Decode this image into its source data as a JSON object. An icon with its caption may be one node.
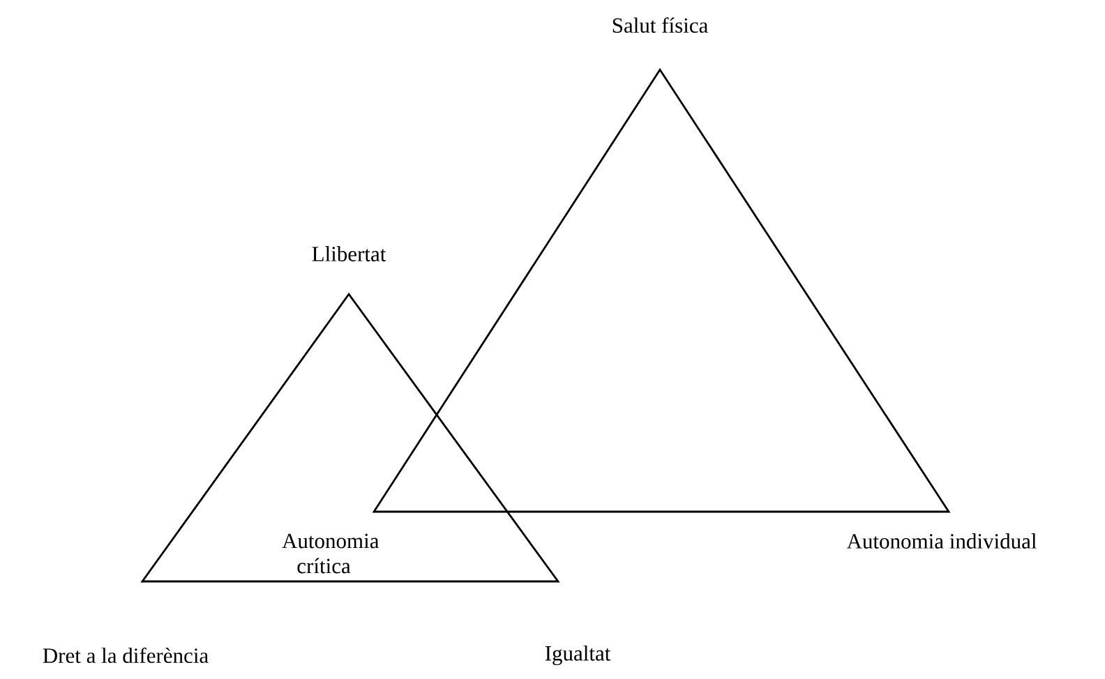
{
  "diagram": {
    "nodes": [
      {
        "text": [
          "Salut física",
          "Autonomia individual"
        ]
      },
      {
        "text": [
          "Llibertat",
          "Dret a la diferència",
          "Igualtat"
        ]
      }
    ],
    "labels": [
      "Autonomia crítica"
    ]
  }
}
